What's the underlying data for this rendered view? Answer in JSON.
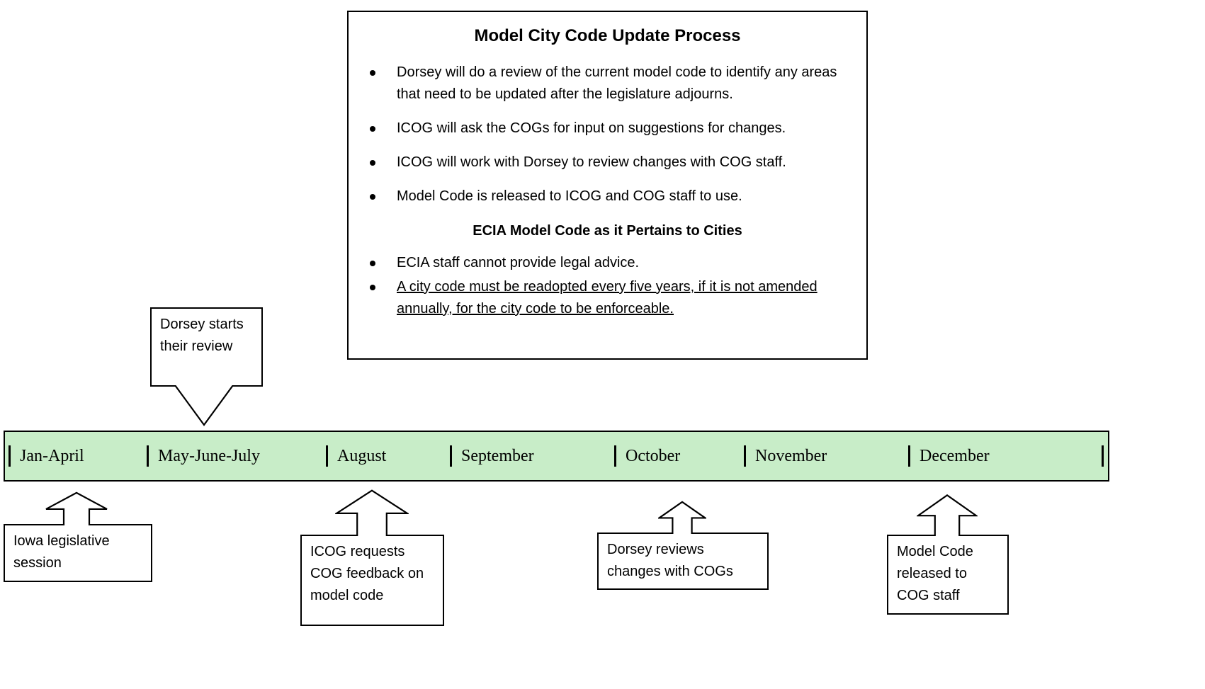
{
  "process_box": {
    "title": "Model City Code Update Process",
    "bullets": [
      "Dorsey will do a review of the current model code to identify any areas that need to be updated after the legislature adjourns.",
      "ICOG will ask the COGs for input on suggestions for changes.",
      "ICOG will work with Dorsey to review changes with COG staff.",
      "Model Code is released to ICOG and COG staff to use."
    ],
    "subtitle": "ECIA Model Code as it Pertains to Cities",
    "ecia_bullets": [
      "ECIA staff cannot provide legal advice.",
      "A city code must be readopted every five years, if it is not amended annually, for the city code to be enforceable."
    ]
  },
  "timeline": {
    "bar_color": "#c8edc8",
    "months": [
      "Jan-April",
      "May-June-July",
      "August",
      "September",
      "October",
      "November",
      "December"
    ]
  },
  "callouts": {
    "dorsey_review": "Dorsey starts their review",
    "iowa_session": "Iowa legislative session",
    "icog_feedback": "ICOG requests COG feedback on model code",
    "dorsey_cogs": "Dorsey reviews changes with COGs",
    "model_release": "Model Code released to COG staff"
  }
}
